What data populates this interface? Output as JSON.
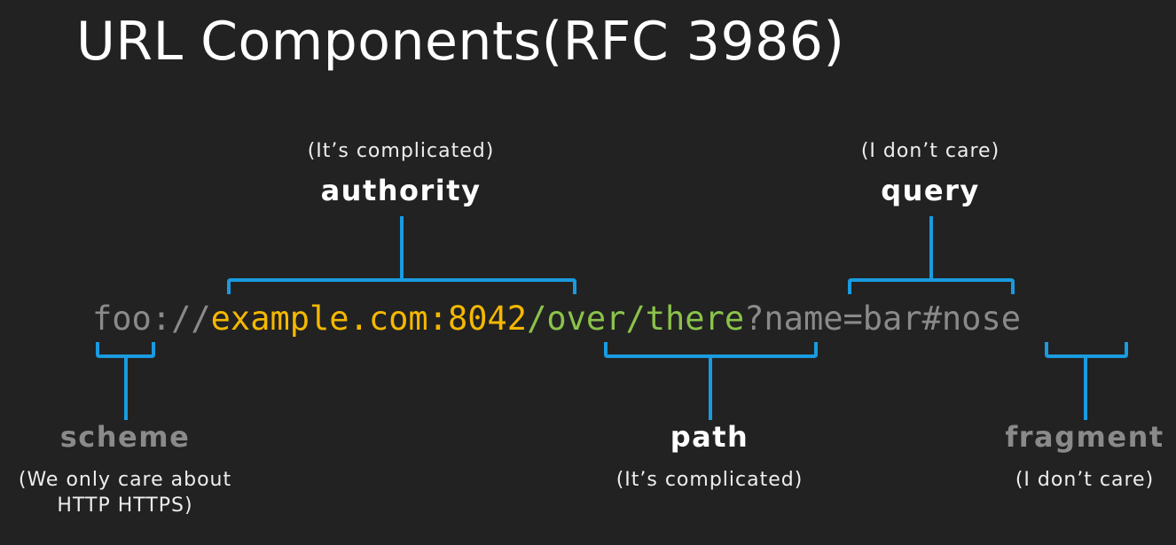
{
  "title": "URL Components(RFC 3986)",
  "colors": {
    "background": "#222222",
    "bracket": "#1a9be0",
    "scheme_text": "#8a8a8a",
    "authority_text": "#f5b800",
    "path_text": "#8bc34a",
    "query_text": "#8a8a8a",
    "label_white": "#ffffff",
    "label_gray": "#8a8a8a"
  },
  "url_parts": {
    "scheme": "foo",
    "scheme_sep": "://",
    "authority": "example.com:8042",
    "path": "/over/there",
    "query_mark": "?",
    "query": "name=bar",
    "fragment_mark": "#",
    "fragment": "nose"
  },
  "components": {
    "authority": {
      "label": "authority",
      "note": "(It’s complicated)"
    },
    "query": {
      "label": "query",
      "note": "(I don’t care)"
    },
    "scheme": {
      "label": "scheme",
      "note_line1": "(We only care about",
      "note_line2": "HTTP HTTPS)"
    },
    "path": {
      "label": "path",
      "note": "(It’s complicated)"
    },
    "fragment": {
      "label": "fragment",
      "note": "(I don’t care)"
    }
  }
}
